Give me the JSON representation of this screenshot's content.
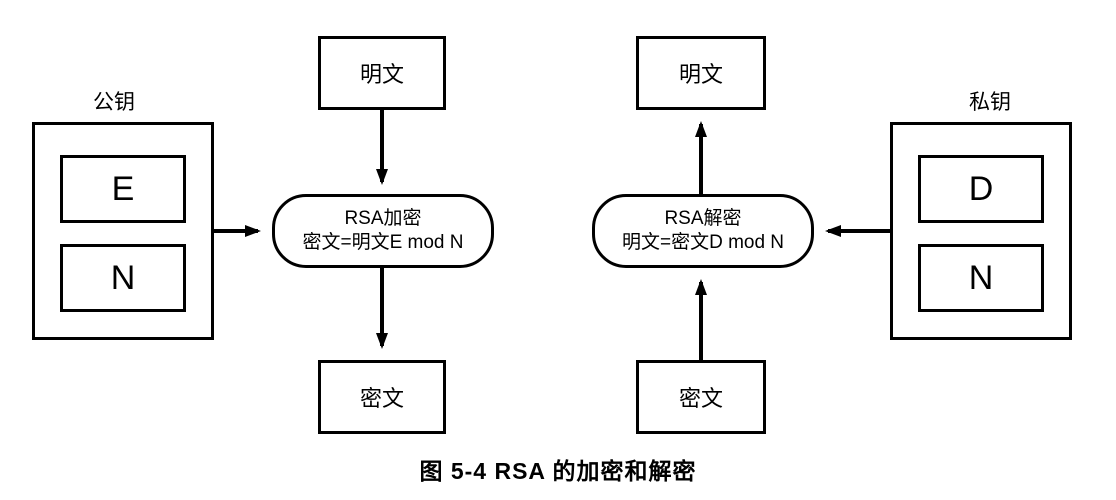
{
  "figure": {
    "caption": "图 5-4   RSA 的加密和解密"
  },
  "left": {
    "key_label": "公钥",
    "key_parts": [
      "E",
      "N"
    ],
    "input_box": "明文",
    "output_box": "密文",
    "process": {
      "title": "RSA加密",
      "formula": "密文=明文E mod N"
    }
  },
  "right": {
    "key_label": "私钥",
    "key_parts": [
      "D",
      "N"
    ],
    "input_box": "密文",
    "output_box": "明文",
    "process": {
      "title": "RSA解密",
      "formula": "明文=密文D mod N"
    }
  },
  "colors": {
    "stroke": "#000000",
    "background": "#ffffff",
    "text": "#000000"
  }
}
